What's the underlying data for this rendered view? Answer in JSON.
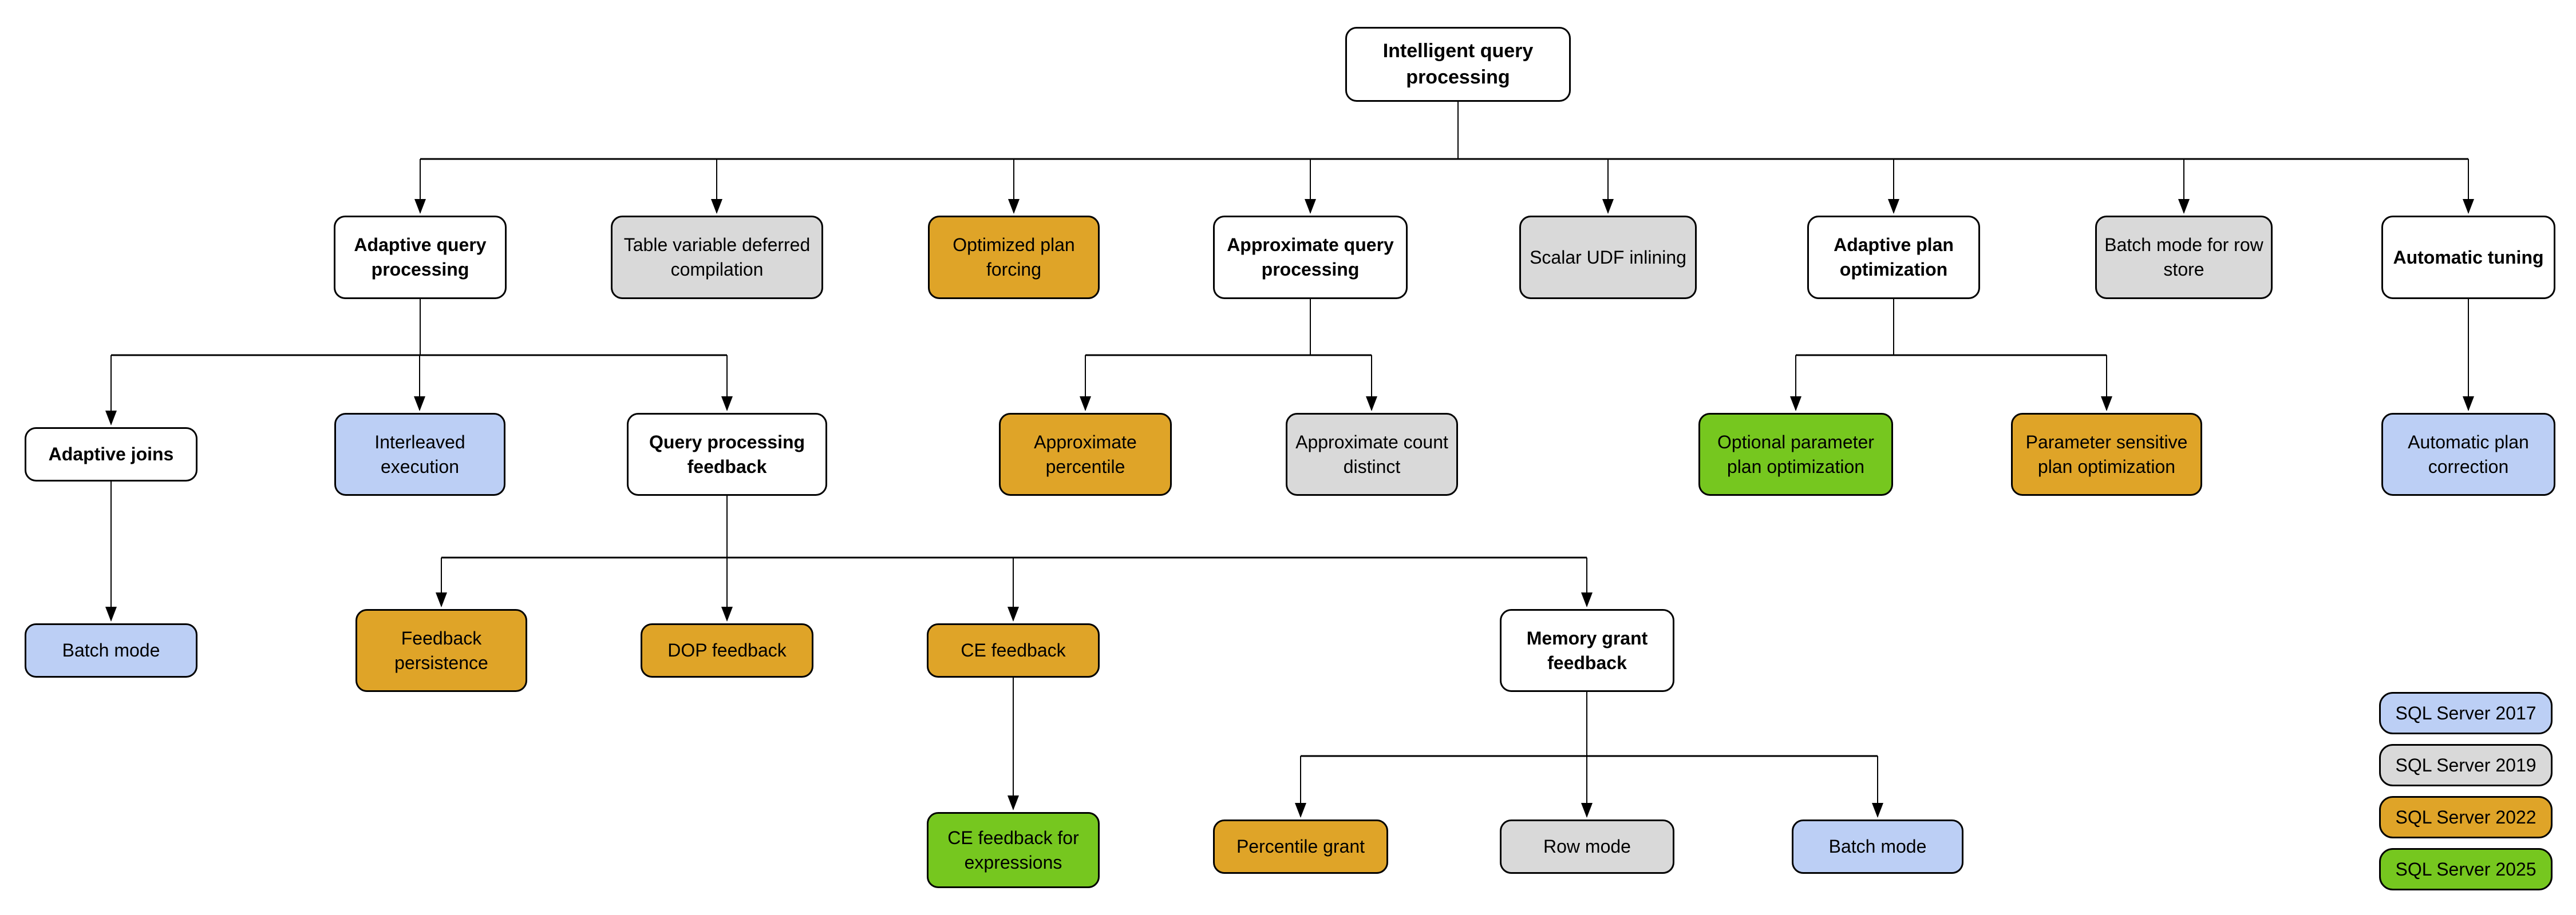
{
  "palette": {
    "blue": "#BCCFF5",
    "gray": "#D9D9D9",
    "gold": "#DFA428",
    "green": "#76C71F",
    "line": "#000000",
    "background": "#FFFFFF"
  },
  "nodes": [
    {
      "id": "intelligent-query-processing",
      "label": "Intelligent query processing",
      "version": ""
    },
    {
      "id": "adaptive-query-processing",
      "label": "Adaptive query processing",
      "version": ""
    },
    {
      "id": "table-variable-deferred-compilation",
      "label": "Table variable deferred compilation",
      "version": "2019"
    },
    {
      "id": "optimized-plan-forcing",
      "label": "Optimized plan forcing",
      "version": "2022"
    },
    {
      "id": "approximate-query-processing",
      "label": "Approximate query processing",
      "version": ""
    },
    {
      "id": "scalar-udf-inlining",
      "label": "Scalar UDF inlining",
      "version": "2019"
    },
    {
      "id": "adaptive-plan-optimization",
      "label": "Adaptive plan optimization",
      "version": ""
    },
    {
      "id": "batch-mode-for-row-store",
      "label": "Batch mode for row store",
      "version": "2019"
    },
    {
      "id": "automatic-tuning",
      "label": "Automatic tuning",
      "version": ""
    },
    {
      "id": "adaptive-joins",
      "label": "Adaptive joins",
      "version": ""
    },
    {
      "id": "interleaved-execution",
      "label": "Interleaved execution",
      "version": "2017"
    },
    {
      "id": "query-processing-feedback",
      "label": "Query processing feedback",
      "version": ""
    },
    {
      "id": "approximate-percentile",
      "label": "Approximate percentile",
      "version": "2022"
    },
    {
      "id": "approximate-count-distinct",
      "label": "Approximate count distinct",
      "version": "2019"
    },
    {
      "id": "optional-parameter-plan-optimization",
      "label": "Optional parameter plan optimization",
      "version": "2025"
    },
    {
      "id": "parameter-sensitive-plan-optimization",
      "label": "Parameter sensitive plan optimization",
      "version": "2022"
    },
    {
      "id": "automatic-plan-correction",
      "label": "Automatic plan correction",
      "version": "2017"
    },
    {
      "id": "batch-mode-adaptive-joins",
      "label": "Batch mode",
      "version": "2017"
    },
    {
      "id": "feedback-persistence",
      "label": "Feedback persistence",
      "version": "2022"
    },
    {
      "id": "dop-feedback",
      "label": "DOP feedback",
      "version": "2022"
    },
    {
      "id": "ce-feedback",
      "label": "CE feedback",
      "version": "2022"
    },
    {
      "id": "memory-grant-feedback",
      "label": "Memory grant feedback",
      "version": ""
    },
    {
      "id": "ce-feedback-for-expressions",
      "label": "CE feedback for expressions",
      "version": "2025"
    },
    {
      "id": "percentile-grant",
      "label": "Percentile grant",
      "version": "2022"
    },
    {
      "id": "row-mode",
      "label": "Row mode",
      "version": "2019"
    },
    {
      "id": "batch-mode-memory-grant",
      "label": "Batch mode",
      "version": "2017"
    }
  ],
  "legend": {
    "items": [
      {
        "label": "SQL Server 2017",
        "color": "#BCCFF5"
      },
      {
        "label": "SQL Server 2019",
        "color": "#D9D9D9"
      },
      {
        "label": "SQL Server 2022",
        "color": "#DFA428"
      },
      {
        "label": "SQL Server 2025",
        "color": "#76C71F"
      }
    ]
  }
}
